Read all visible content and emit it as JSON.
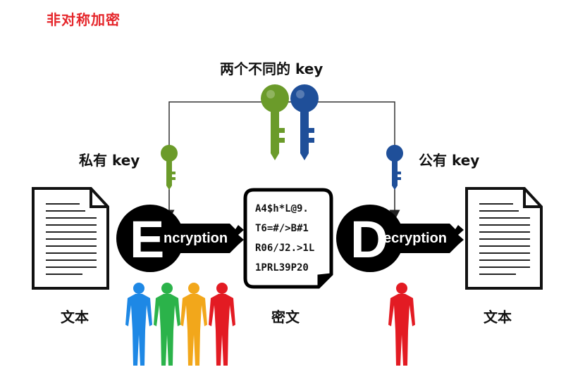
{
  "title": "非对称加密",
  "keys_caption": "两个不同的 key",
  "private_key_label": "私有 key",
  "public_key_label": "公有 key",
  "encryption": {
    "initial": "E",
    "rest": "ncryption"
  },
  "decryption": {
    "initial": "D",
    "rest": "ecryption"
  },
  "ciphertext_lines": [
    "A4$h*L@9.",
    "T6=#/>B#1",
    "R06/J2.>1L",
    "1PRL39P20"
  ],
  "left_doc_label": "文本",
  "cipher_label": "密文",
  "right_doc_label": "文本",
  "colors": {
    "title": "#e5262b",
    "green_key": "#6b9b2a",
    "blue_key": "#1f4f99",
    "person_blue": "#1e88e5",
    "person_green": "#2bb34a",
    "person_orange": "#f2a71b",
    "person_red": "#e31b23"
  }
}
